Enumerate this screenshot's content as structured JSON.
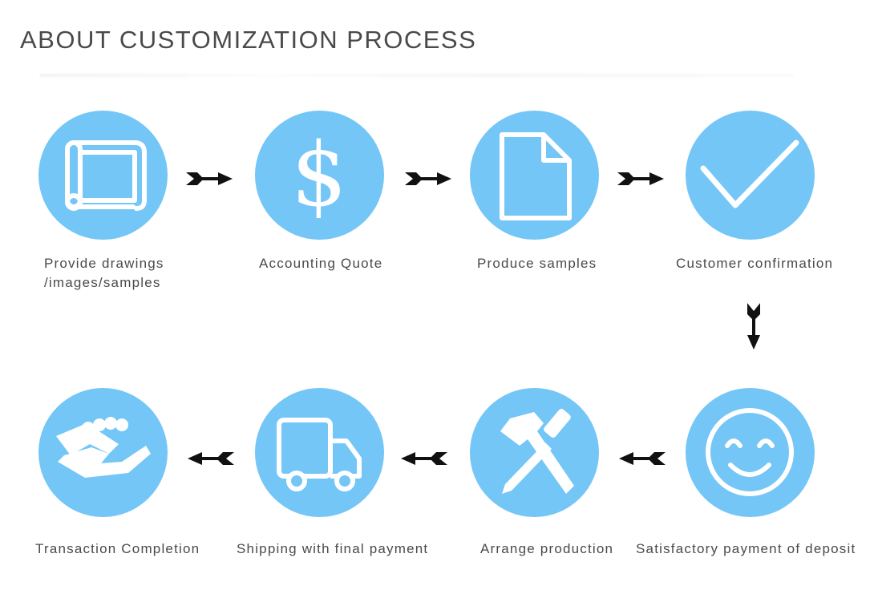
{
  "title": "ABOUT CUSTOMIZATION PROCESS",
  "accent_color": "#74c6f7",
  "steps": [
    {
      "label_line1": "Provide drawings",
      "label_line2": "/images/samples",
      "icon": "blueprint-icon"
    },
    {
      "label_line1": "Accounting Quote",
      "icon": "dollar-icon"
    },
    {
      "label_line1": "Produce samples",
      "icon": "document-icon"
    },
    {
      "label_line1": "Customer confirmation",
      "icon": "checkmark-icon"
    },
    {
      "label_line1": "Satisfactory payment of deposit",
      "icon": "smiley-icon"
    },
    {
      "label_line1": "Arrange production",
      "icon": "hammer-screwdriver-icon"
    },
    {
      "label_line1": "Shipping with final payment",
      "icon": "truck-icon"
    },
    {
      "label_line1": "Transaction Completion",
      "icon": "handshake-icon"
    }
  ]
}
